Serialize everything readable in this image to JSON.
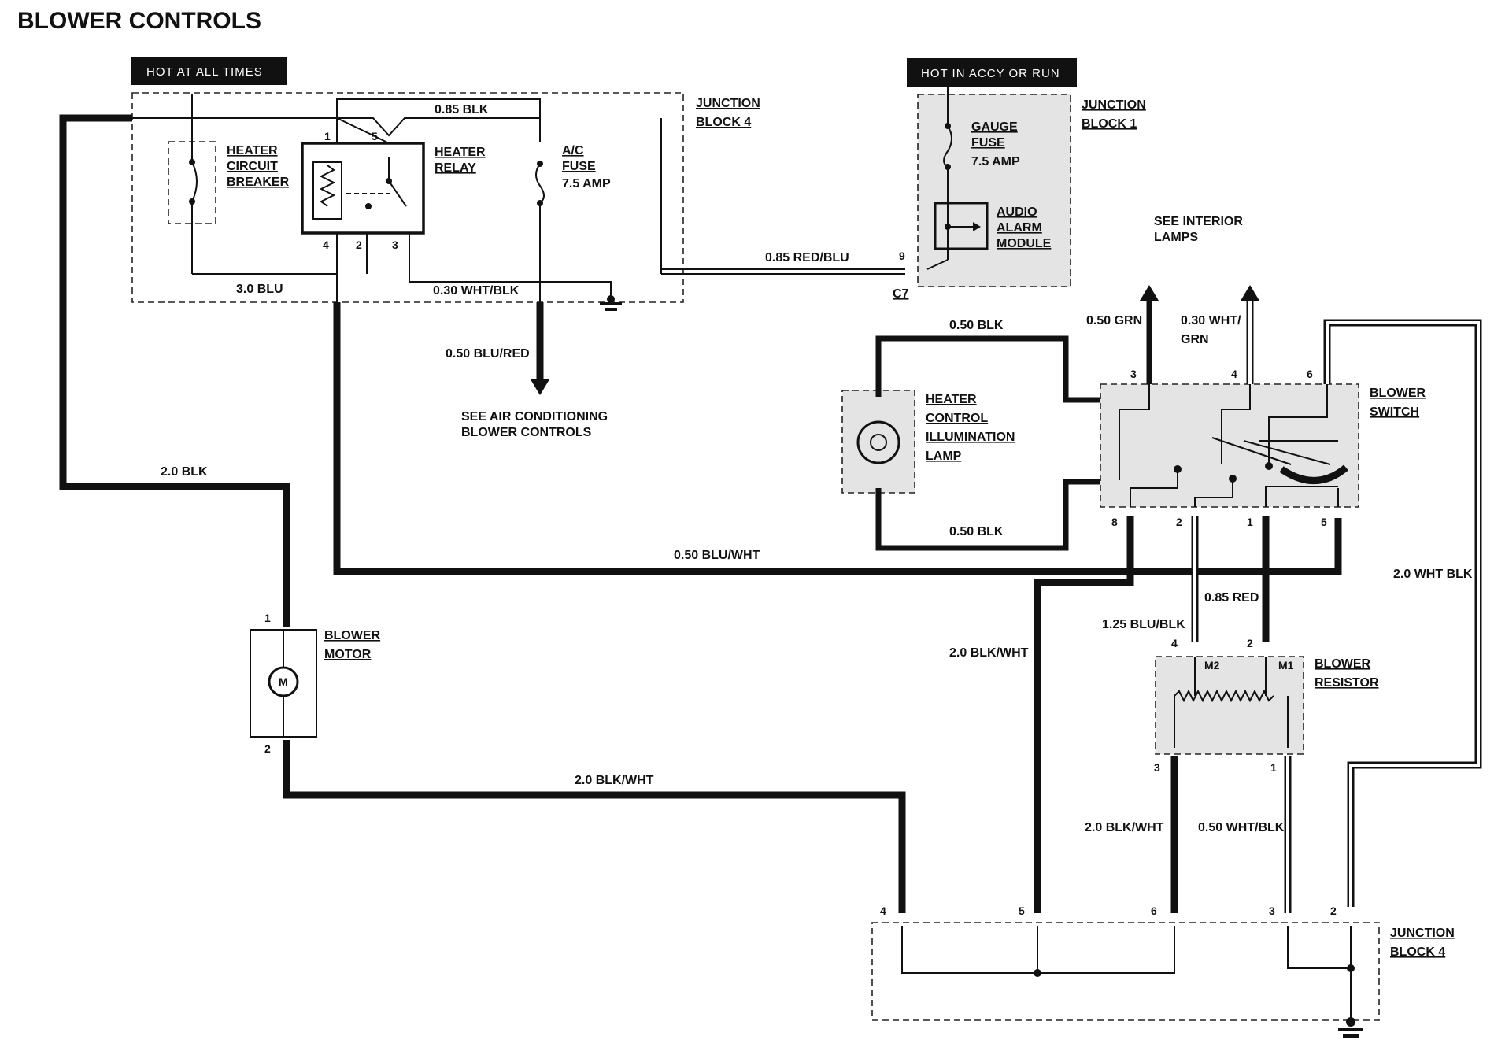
{
  "title": "BLOWER CONTROLS",
  "power_labels": {
    "hot_always": "HOT AT ALL TIMES",
    "hot_accy": "HOT IN ACCY OR RUN"
  },
  "components": {
    "junction_block_4_top": [
      "JUNCTION",
      "BLOCK 4"
    ],
    "junction_block_1": [
      "JUNCTION",
      "BLOCK 1"
    ],
    "heater_circuit_breaker": [
      "HEATER",
      "CIRCUIT",
      "BREAKER"
    ],
    "heater_relay": [
      "HEATER",
      "RELAY"
    ],
    "ac_fuse": [
      "A/C",
      "FUSE"
    ],
    "ac_fuse_rating": "7.5 AMP",
    "gauge_fuse": [
      "GAUGE",
      "FUSE"
    ],
    "gauge_fuse_rating": "7.5 AMP",
    "audio_alarm_module": [
      "AUDIO",
      "ALARM",
      "MODULE"
    ],
    "heater_control_lamp": [
      "HEATER",
      "CONTROL",
      "ILLUMINATION",
      "LAMP"
    ],
    "blower_switch": [
      "BLOWER",
      "SWITCH"
    ],
    "blower_motor": [
      "BLOWER",
      "MOTOR"
    ],
    "blower_resistor": [
      "BLOWER",
      "RESISTOR"
    ],
    "junction_block_4_bottom": [
      "JUNCTION",
      "BLOCK 4"
    ],
    "motor_symbol": "M",
    "resistor_m1": "M1",
    "resistor_m2": "M2"
  },
  "wires": {
    "w_085_blk": "0.85 BLK",
    "w_30_blu": "3.0 BLU",
    "w_030_wht_blk": "0.30 WHT/BLK",
    "w_050_blu_red": "0.50 BLU/RED",
    "w_085_red_blu": "0.85 RED/BLU",
    "w_20_blk": "2.0 BLK",
    "w_050_blu_wht": "0.50 BLU/WHT",
    "w_050_blk_top": "0.50 BLK",
    "w_050_blk_bottom": "0.50 BLK",
    "w_050_grn": "0.50 GRN",
    "w_030_wht_grn_1": "0.30 WHT/",
    "w_030_wht_grn_2": "GRN",
    "w_20_wht_blk": "2.0 WHT BLK",
    "w_085_red": "0.85 RED",
    "w_125_blu_blk": "1.25 BLU/BLK",
    "w_20_blk_wht_left": "2.0 BLK/WHT",
    "w_20_blk_wht_bottom": "2.0 BLK/WHT",
    "w_20_blk_wht_right": "2.0 BLK/WHT",
    "w_050_wht_blk": "0.50 WHT/BLK"
  },
  "notes": {
    "see_ac": [
      "SEE AIR CONDITIONING",
      "BLOWER CONTROLS"
    ],
    "see_interior": [
      "SEE INTERIOR",
      "LAMPS"
    ]
  },
  "connectors": {
    "c7": "C7",
    "c7_pin": "9"
  },
  "pins": {
    "relay": [
      "1",
      "5",
      "4",
      "2",
      "3"
    ],
    "switch_top": [
      "3",
      "4",
      "6"
    ],
    "switch_bottom": [
      "8",
      "2",
      "1",
      "5"
    ],
    "motor": [
      "1",
      "2"
    ],
    "resistor_top": [
      "4",
      "2"
    ],
    "resistor_bottom": [
      "3",
      "1"
    ],
    "jb4_bottom": [
      "4",
      "5",
      "6",
      "3",
      "2"
    ]
  }
}
